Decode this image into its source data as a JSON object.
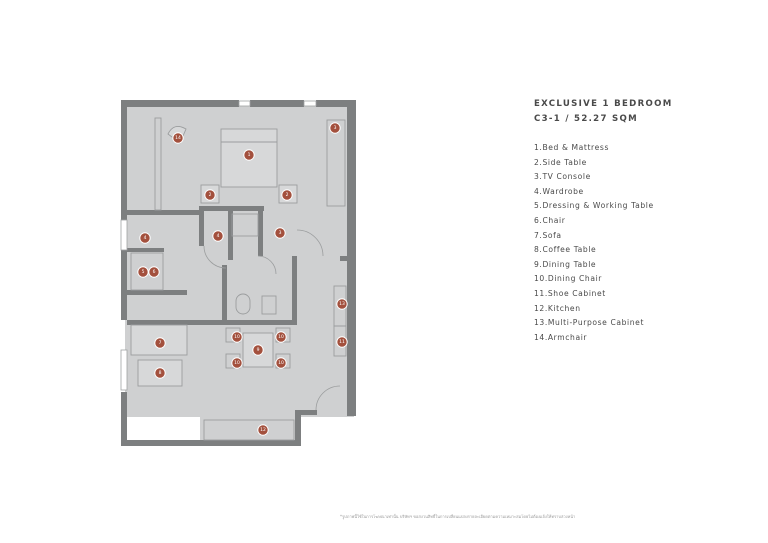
{
  "header": {
    "title": "EXCLUSIVE 1 BEDROOM",
    "subtitle": "C3-1 / 52.27 SQM"
  },
  "legend": [
    "1.Bed & Mattress",
    "2.Side Table",
    "3.TV Console",
    "4.Wardrobe",
    "5.Dressing & Working Table",
    "6.Chair",
    "7.Sofa",
    "8.Coffee Table",
    "9.Dining Table",
    "10.Dining Chair",
    "11.Shoe Cabinet",
    "12.Kitchen",
    "13.Multi-Purpose Cabinet",
    "14.Armchair"
  ],
  "markers": [
    "1",
    "2",
    "2",
    "3",
    "4",
    "5",
    "6",
    "7",
    "8",
    "9",
    "10",
    "10",
    "10",
    "10",
    "11",
    "12",
    "13",
    "14",
    "3",
    "4"
  ],
  "colors": {
    "wall": "#7d7f80",
    "floor": "#cfd0d1",
    "marker": "#a3503d",
    "text": "#4a4a4a"
  },
  "footnote": "*รูปภาพนี้ใช้ในการโฆษณาเท่านั้น บริษัทฯ ขอสงวนสิทธิ์ในการเปลี่ยนแปลงรายละเอียดตามความเหมาะสมโดยไม่ต้องแจ้งให้ทราบล่วงหน้า"
}
